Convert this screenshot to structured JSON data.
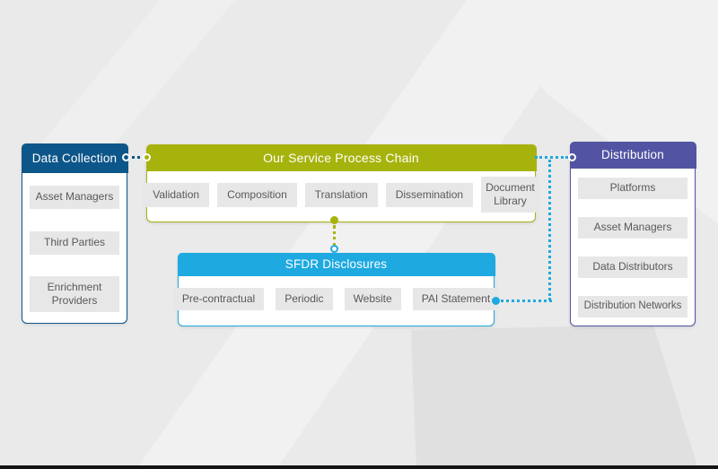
{
  "colors": {
    "blue": "#0d5689",
    "green": "#a7b30d",
    "cyan": "#1ea9e0",
    "purple": "#5254a3",
    "item_bg": "#e7e7e7",
    "item_text": "#58595b"
  },
  "boxes": {
    "data_collection": {
      "title": "Data Collection",
      "items": [
        "Asset Managers",
        "Third Parties",
        "Enrichment Providers"
      ]
    },
    "process_chain": {
      "title": "Our Service Process Chain",
      "items": [
        "Validation",
        "Composition",
        "Translation",
        "Dissemination",
        "Document Library"
      ]
    },
    "sfdr": {
      "title": "SFDR Disclosures",
      "items": [
        "Pre-contractual",
        "Periodic",
        "Website",
        "PAI Statement"
      ]
    },
    "distribution": {
      "title": "Distribution",
      "items": [
        "Platforms",
        "Asset Managers",
        "Data Distributors",
        "Distribution Networks"
      ]
    }
  },
  "connectors": [
    {
      "from": "data_collection",
      "to": "process_chain",
      "style": "dotted",
      "color": "blue"
    },
    {
      "from": "process_chain",
      "to": "sfdr",
      "style": "dotted",
      "color": "green-to-cyan"
    },
    {
      "from": "sfdr",
      "to": "distribution",
      "style": "dotted",
      "color": "cyan"
    }
  ]
}
